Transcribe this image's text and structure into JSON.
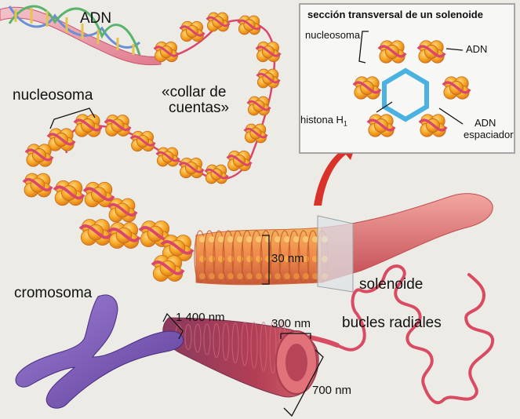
{
  "labels": {
    "adn": "ADN",
    "nucleosoma": "nucleosoma",
    "collar_line1": "«collar de",
    "collar_line2": "cuentas»",
    "dim_30nm": "30 nm",
    "solenoide": "solenoide",
    "cromosoma": "cromosoma",
    "dim_1400nm": "1 400 nm",
    "dim_300nm": "300 nm",
    "bucles": "bucles radiales",
    "dim_700nm": "700 nm"
  },
  "inset": {
    "title": "sección transversal de un solenoide",
    "nucleosoma": "nucleosoma",
    "adn": "ADN",
    "histona": "histona H",
    "histona_sub": "1",
    "adn_esp_line1": "ADN",
    "adn_esp_line2": "espaciador"
  },
  "colors": {
    "nucleosome": "#f5a623",
    "dna_ribbon": "#d9476a",
    "histone_h1": "#49b2e0",
    "chromosome": "#7c5ab8",
    "solenoid": "#e06b58",
    "loops": "#d94b62",
    "background": "#ecebe6"
  }
}
